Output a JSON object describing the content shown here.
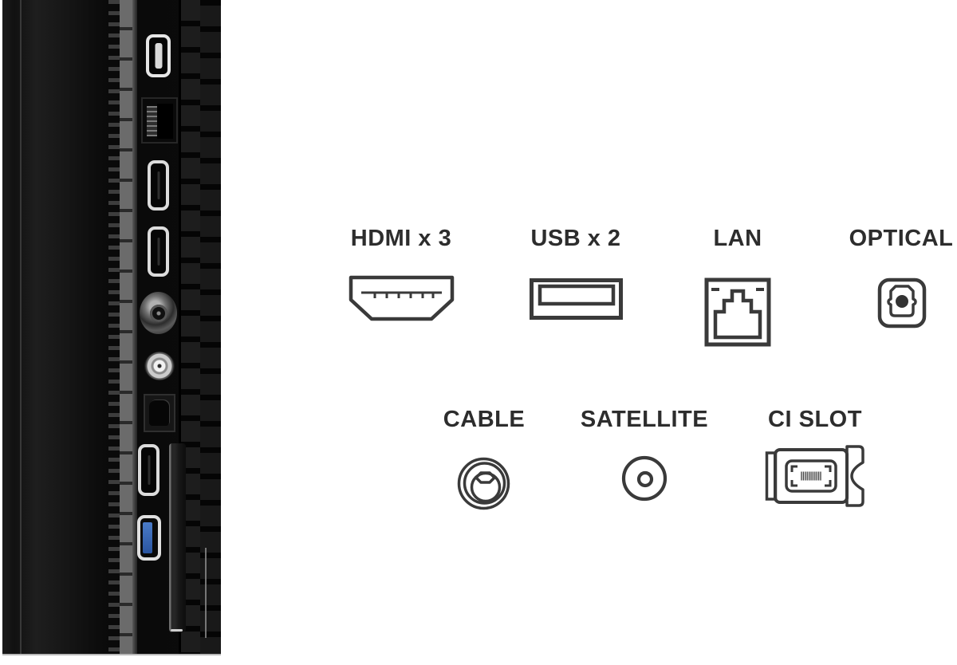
{
  "page": {
    "background": "#ffffff"
  },
  "legend": {
    "label_color": "#2d2d2d",
    "icon_stroke": "#3a3a3a",
    "row1": [
      {
        "label": "HDMI x 3",
        "icon": "hdmi-port-icon"
      },
      {
        "label": "USB x 2",
        "icon": "usb-port-icon"
      },
      {
        "label": "LAN",
        "icon": "lan-port-icon"
      },
      {
        "label": "OPTICAL",
        "icon": "optical-port-icon"
      }
    ],
    "row2": [
      {
        "label": "CABLE",
        "icon": "cable-connector-icon"
      },
      {
        "label": "SATELLITE",
        "icon": "satellite-connector-icon"
      },
      {
        "label": "CI SLOT",
        "icon": "ci-slot-icon"
      }
    ]
  },
  "photo": {
    "ports": [
      "usb-port",
      "lan-port",
      "hdmi-port",
      "hdmi-port",
      "antenna-coax-connector",
      "satellite-f-connector",
      "optical-audio-port",
      "hdmi-port",
      "usb-3-0-port",
      "ci-card-slot"
    ],
    "usb3_accent": "#3565ae"
  }
}
